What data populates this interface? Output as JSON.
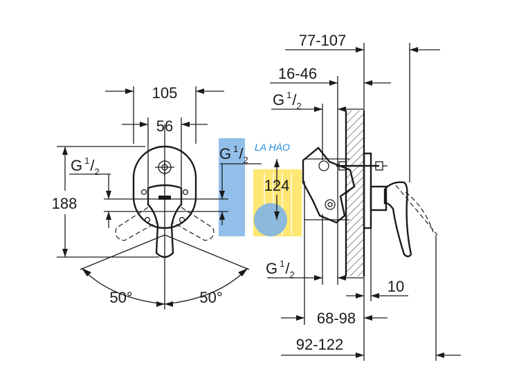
{
  "front_view": {
    "width_total": "105",
    "width_inner": "56",
    "height_total": "188",
    "thread_left": "G",
    "thread_right": "G",
    "angle_left": "50°",
    "angle_right": "50°"
  },
  "side_view": {
    "depth_range_top": "77-107",
    "depth_range_inner": "16-46",
    "thread_top": "G",
    "thread_bottom": "G",
    "center_height": "124",
    "offset": "10",
    "depth_range_mid": "68-98",
    "depth_range_bottom": "92-122"
  },
  "thread_fraction": {
    "num": "1",
    "den": "2"
  },
  "watermark": {
    "text": "LA HÀO"
  },
  "colors": {
    "watermark_blue": "#1e88e5",
    "watermark_yellow": "#ffe35a",
    "watermark_blue_light": "#7fb4e6"
  }
}
